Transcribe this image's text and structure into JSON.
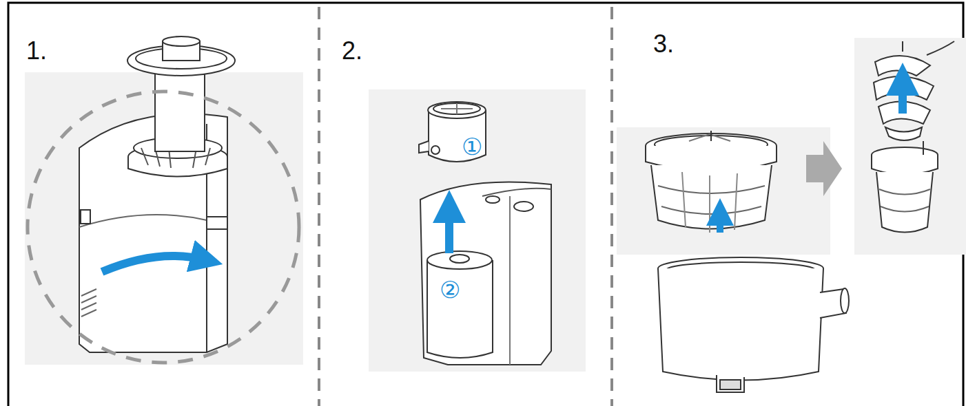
{
  "diagram": {
    "labels": [
      "1.",
      "2.",
      "①",
      "②",
      "3."
    ]
  }
}
